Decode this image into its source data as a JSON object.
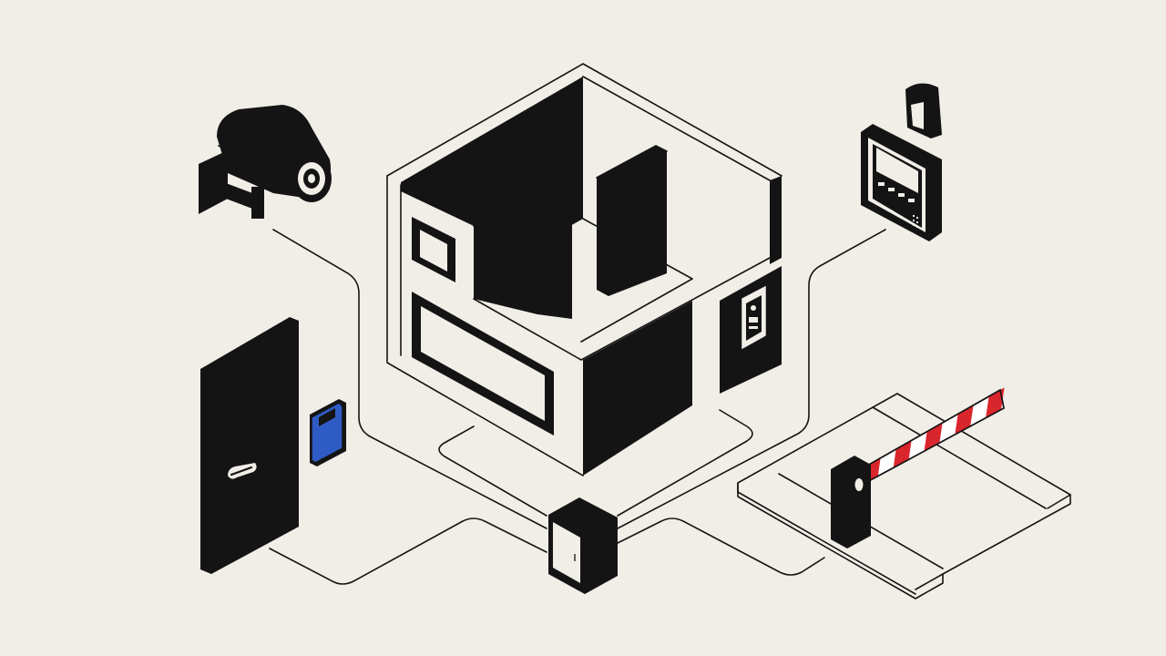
{
  "colors": {
    "background": "#f1eee7",
    "ink": "#141414",
    "card_reader": "#2f5cc4",
    "barrier_stripe_red": "#d8262c",
    "barrier_stripe_white": "#ffffff"
  },
  "nodes": [
    {
      "id": "building",
      "icon": "building-cutaway-icon"
    },
    {
      "id": "cctv",
      "icon": "cctv-camera-icon"
    },
    {
      "id": "motion-sensor",
      "icon": "motion-sensor-icon"
    },
    {
      "id": "alarm-panel",
      "icon": "alarm-control-panel-icon"
    },
    {
      "id": "wall-intercom",
      "icon": "intercom-keypad-icon"
    },
    {
      "id": "door",
      "icon": "door-icon"
    },
    {
      "id": "card-reader",
      "icon": "card-reader-icon"
    },
    {
      "id": "control-box",
      "icon": "access-controller-icon"
    },
    {
      "id": "parking-barrier",
      "icon": "boom-barrier-icon"
    }
  ],
  "edges": [
    {
      "from": "cctv",
      "to": "control-box"
    },
    {
      "from": "alarm-panel",
      "to": "control-box"
    },
    {
      "from": "door",
      "to": "control-box"
    },
    {
      "from": "building",
      "to": "control-box"
    },
    {
      "from": "parking-barrier",
      "to": "control-box"
    }
  ]
}
